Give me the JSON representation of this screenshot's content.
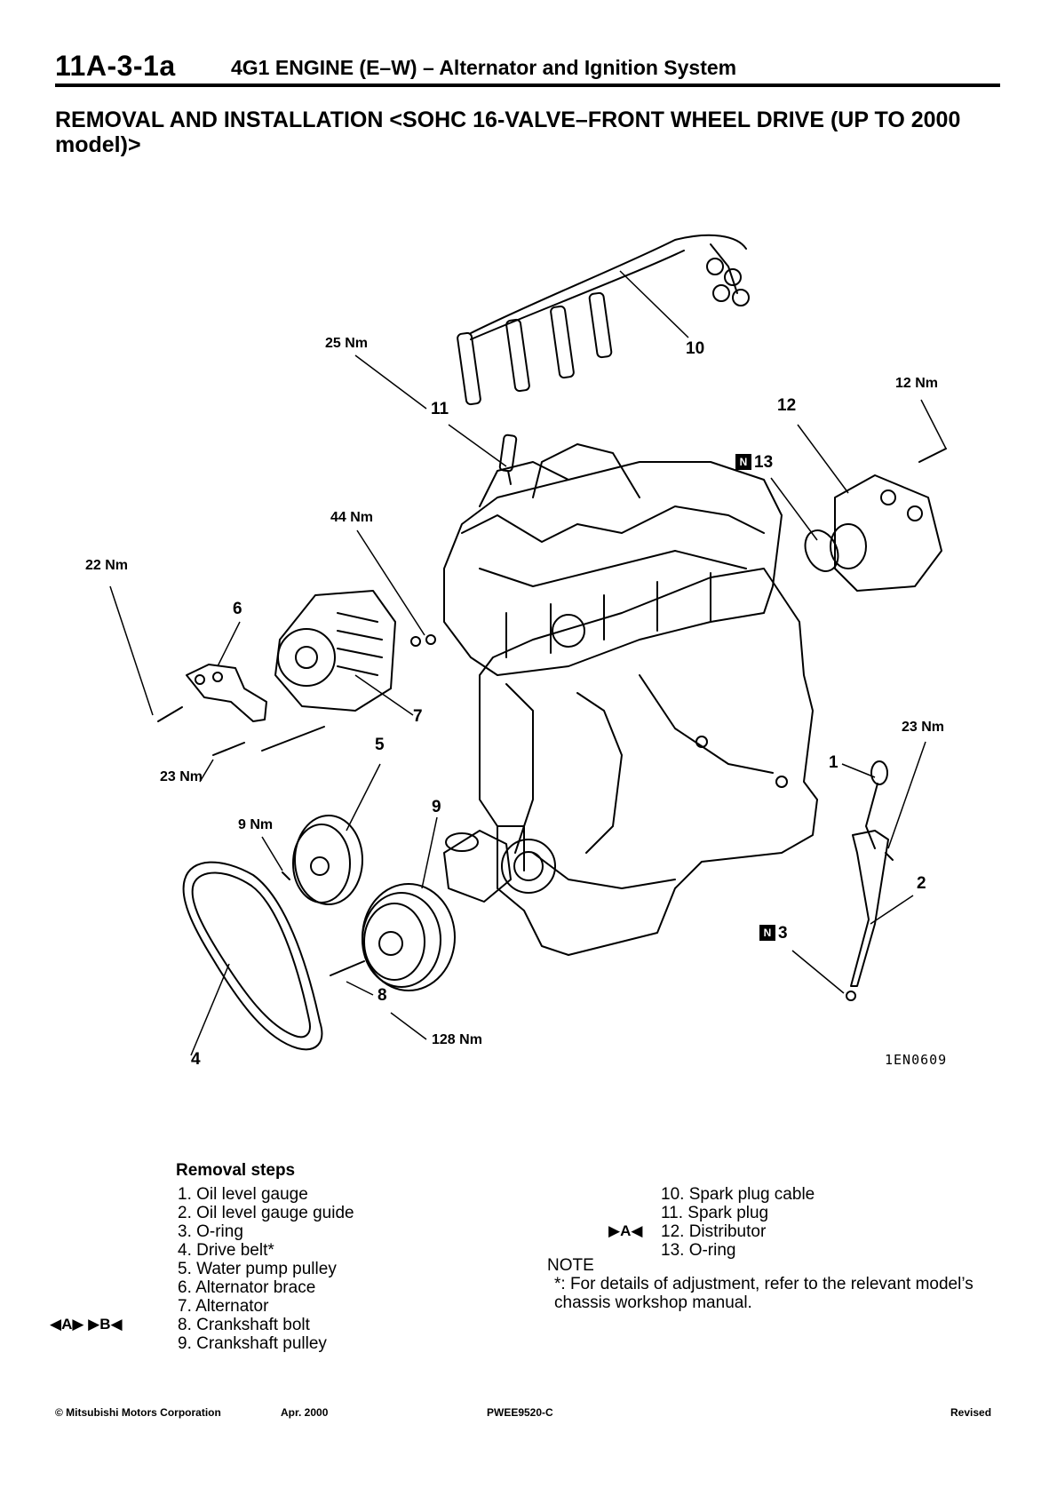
{
  "header": {
    "section_no": "11A-3-1a",
    "title": "4G1 ENGINE (E–W) – Alternator and Ignition System"
  },
  "page_title": "REMOVAL AND INSTALLATION <SOHC 16-VALVE–FRONT WHEEL DRIVE (UP TO 2000 model)>",
  "figure": {
    "code": "1EN0609",
    "callouts": {
      "c1": "1",
      "c2": "2",
      "c3": "3",
      "c4": "4",
      "c5": "5",
      "c6": "6",
      "c7": "7",
      "c8": "8",
      "c9": "9",
      "c10": "10",
      "c11": "11",
      "c12": "12",
      "c13": "13"
    },
    "new_part_badge": "N",
    "torques": {
      "t25": "25 Nm",
      "t12": "12 Nm",
      "t44": "44 Nm",
      "t22": "22 Nm",
      "t23_left": "23 Nm",
      "t23_right": "23 Nm",
      "t9": "9 Nm",
      "t128": "128 Nm"
    }
  },
  "removal_steps": {
    "title": "Removal steps",
    "left": [
      "1. Oil level gauge",
      "2. Oil level gauge guide",
      "3. O-ring",
      "4. Drive belt*",
      "5. Water pump pulley",
      "6. Alternator brace",
      "7. Alternator",
      "8. Crankshaft bolt",
      "9. Crankshaft pulley"
    ],
    "right": [
      "10. Spark plug cable",
      "11. Spark plug",
      "12. Distributor",
      "13. O-ring"
    ],
    "marks": {
      "step8": "◀A▶  ▶B◀",
      "step12": "▶A◀"
    }
  },
  "note": {
    "label": "NOTE",
    "text": "*: For details of adjustment, refer to the relevant model’s chassis workshop manual."
  },
  "footer": {
    "copyright": "© Mitsubishi Motors Corporation",
    "date": "Apr. 2000",
    "doc_no": "PWEE9520-C",
    "status": "Revised"
  }
}
